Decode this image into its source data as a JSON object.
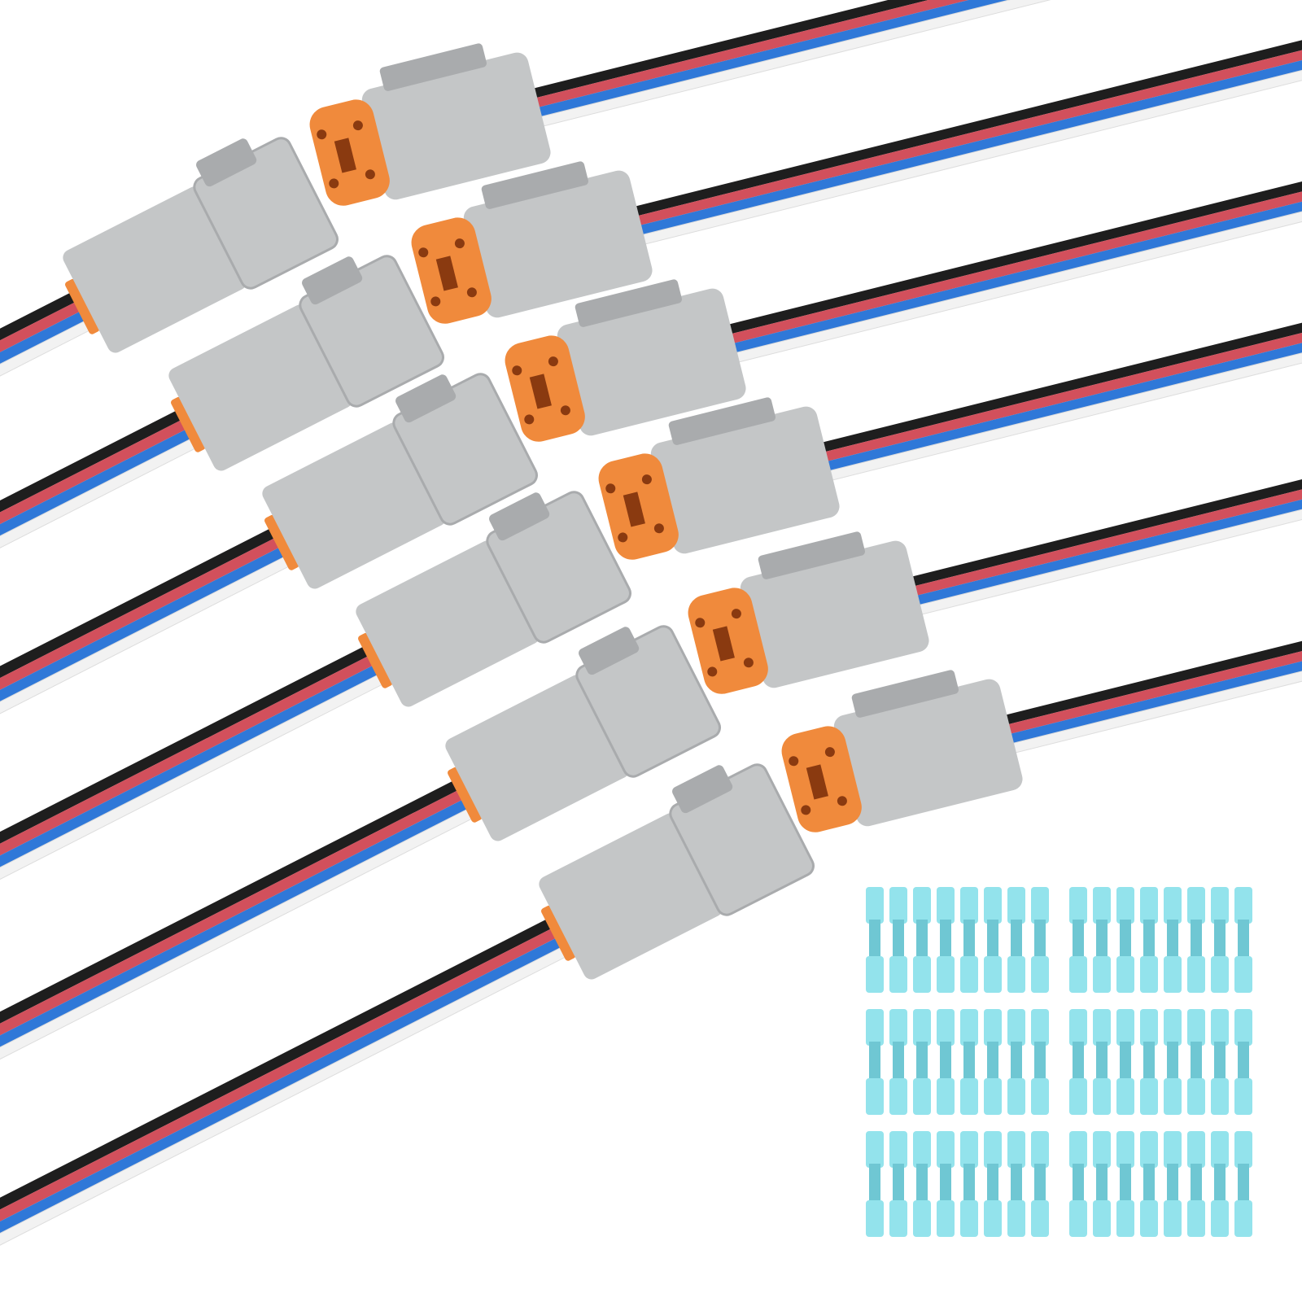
{
  "product": {
    "male_connector_count": 6,
    "female_connector_count": 6,
    "butt_connector_blocks": 2,
    "butt_connector_rows": 3,
    "butt_connector_columns_per_block": 8
  },
  "colors": {
    "background": "#ffffff",
    "housing": "#c4c6c7",
    "housing_shade": "#a9abad",
    "seal": "#f08a3c",
    "wire_black": "#1e1e1e",
    "wire_red": "#d2505c",
    "wire_blue": "#2f78d8",
    "wire_white": "#f2f2f2",
    "butt_connector": "#93e3ec"
  }
}
